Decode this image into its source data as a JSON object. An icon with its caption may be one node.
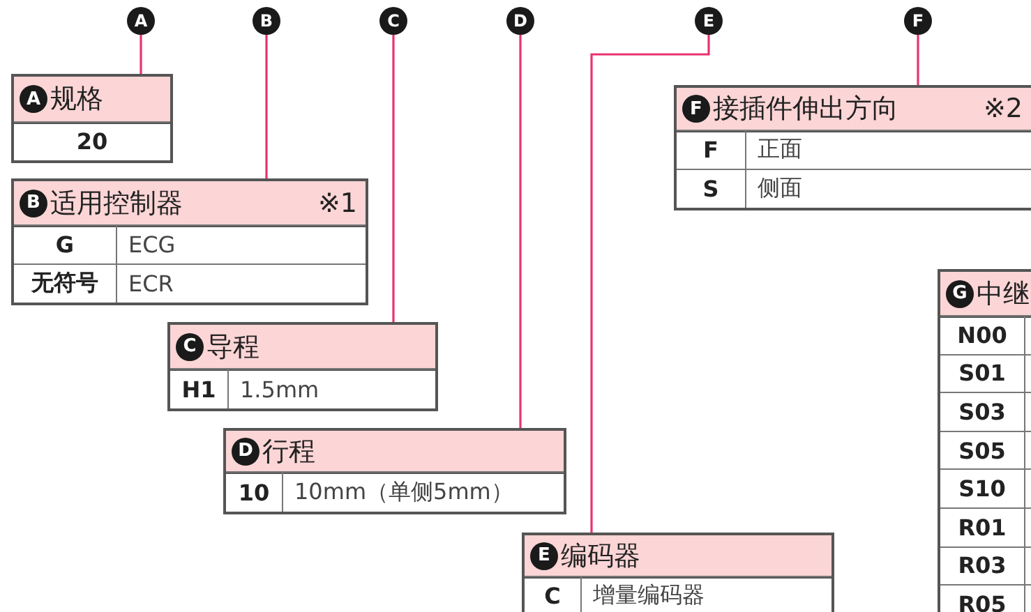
{
  "diagram": {
    "nodes": [
      {
        "text": [
          "A"
        ]
      },
      {
        "text": [
          "B"
        ]
      },
      {
        "text": [
          "C"
        ]
      },
      {
        "text": [
          "D"
        ]
      },
      {
        "text": [
          "E"
        ]
      },
      {
        "text": [
          "F"
        ]
      },
      {
        "text": [
          "A",
          "规格",
          "20"
        ]
      },
      {
        "text": [
          "B",
          "适用控制器",
          "※1",
          "G",
          "ECG",
          "无符号",
          "ECR"
        ]
      },
      {
        "text": [
          "C",
          "导程",
          "H1",
          "1.5mm"
        ]
      },
      {
        "text": [
          "D",
          "行程",
          "10",
          "10mm（单侧5mm）"
        ]
      },
      {
        "text": [
          "E",
          "编码器",
          "C",
          "增量编码器"
        ]
      },
      {
        "text": [
          "F",
          "接插件伸出方向",
          "※2",
          "F",
          "正面",
          "S",
          "侧面"
        ]
      },
      {
        "text": [
          "G",
          "中继",
          "N00",
          "S01",
          "S03",
          "S05",
          "S10",
          "R01",
          "R03",
          "R05"
        ]
      }
    ],
    "edges": [
      {
        "from": 0,
        "to": 6,
        "arrow": "none"
      },
      {
        "from": 1,
        "to": 7,
        "arrow": "none"
      },
      {
        "from": 2,
        "to": 8,
        "arrow": "none"
      },
      {
        "from": 3,
        "to": 9,
        "arrow": "none"
      },
      {
        "from": 4,
        "to": 10,
        "arrow": "none"
      },
      {
        "from": 5,
        "to": 11,
        "arrow": "none"
      }
    ]
  }
}
